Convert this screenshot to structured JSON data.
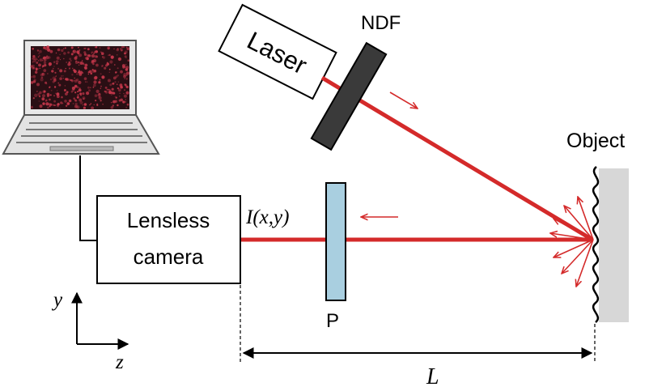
{
  "labels": {
    "laser": "Laser",
    "ndf": "NDF",
    "object": "Object",
    "camera_line1": "Lensless",
    "camera_line2": "camera",
    "intensity": "I(x,y)",
    "polarizer": "P",
    "distance": "L",
    "axis_y": "y",
    "axis_z": "z"
  },
  "colors": {
    "beam": "#d42a2a",
    "polarizer_fill": "#a9cfe0",
    "ndf_fill": "#3a3a3a",
    "object_fill": "#d7d7d7",
    "screen_bg": "#2a0f14",
    "speckle": "#c4374a"
  },
  "icons": {
    "laptop": "laptop-icon",
    "beam_arrow": "arrow-icon"
  }
}
